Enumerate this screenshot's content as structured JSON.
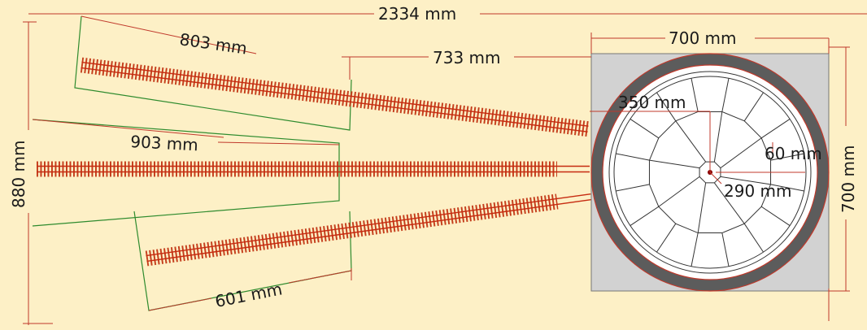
{
  "dimensions": {
    "total_length": "2334 mm",
    "upper_track": "803 mm",
    "middle_track": "903 mm",
    "lower_track": "601 mm",
    "fan_to_turntable": "733 mm",
    "pit_width": "700 mm",
    "pit_height": "700 mm",
    "overall_width": "880 mm",
    "outer_radius": "350 mm",
    "bridge_radius": "290 mm",
    "hub_radius": "60 mm"
  },
  "colors": {
    "background": "#fdf0c6",
    "rail": "#c62b10",
    "tie": "#c33a18",
    "module_edge": "#2e8b2e",
    "dimension_line": "#c0392b",
    "pit_fill": "#d2d2d2",
    "pit_ring": "#5c5c5c",
    "deck": "#ffffff",
    "center_mark": "#8b0000"
  },
  "components": [
    "upper-siding-track",
    "main-track",
    "lower-siding-track",
    "turntable"
  ]
}
